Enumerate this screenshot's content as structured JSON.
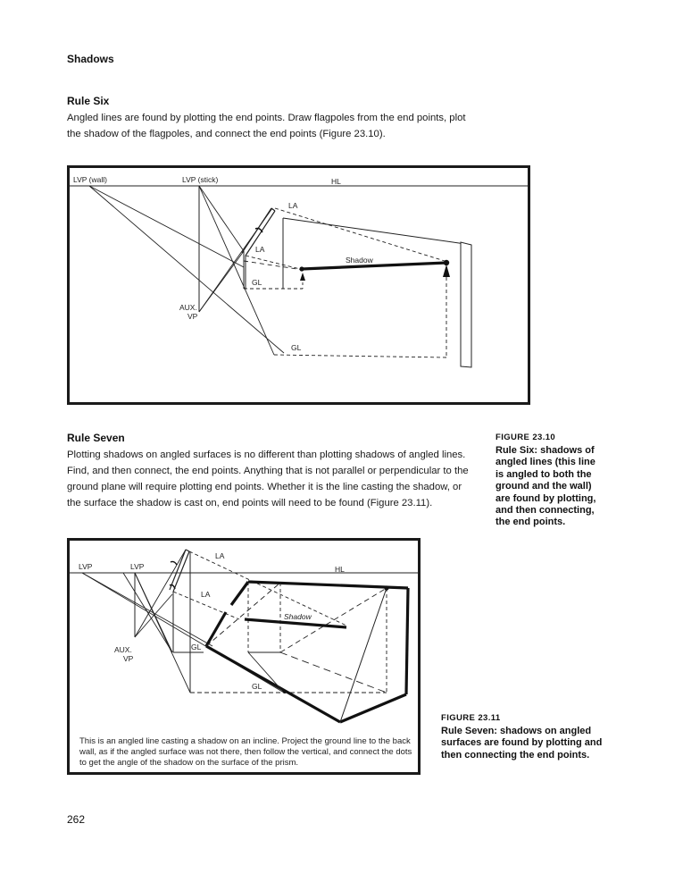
{
  "page": {
    "running_head": "Shadows",
    "page_number": "262"
  },
  "rule_six": {
    "title": "Rule Six",
    "lines": [
      "Angled lines are found by plotting the end points. Draw flagpoles from the end points, plot",
      "the shadow of the flagpoles, and connect the end points (Figure 23.10)."
    ]
  },
  "rule_seven": {
    "title": "Rule Seven",
    "lines": [
      "Plotting shadows on angled surfaces is no different than plotting shadows of angled lines.",
      "Find, and then connect, the end points. Anything that is not parallel or perpendicular to the",
      "ground plane will require plotting end points. Whether it is the line casting the shadow, or",
      "the surface the shadow is cast on, end points will need to be found (Figure 23.11)."
    ]
  },
  "figure_23_10": {
    "label": "FIGURE 23.10",
    "caption_lines": [
      "Rule Six: shadows of",
      "angled lines (this line",
      "is angled to both the",
      "ground and the wall)",
      "are found by plotting,",
      "and then connecting,",
      "the end points."
    ],
    "diagram_labels": {
      "lvp_wall": "LVP (wall)",
      "lvp_stick": "LVP (stick)",
      "hl": "HL",
      "la_top": "LA",
      "la_mid": "LA",
      "shadow": "Shadow",
      "gl_small": "GL",
      "gl_bottom": "GL",
      "aux": "AUX.",
      "vp": "VP"
    }
  },
  "figure_23_11": {
    "label": "FIGURE 23.11",
    "caption_lines": [
      "Rule Seven: shadows on angled",
      "surfaces are found by plotting and",
      "then connecting the end points."
    ],
    "diagram_labels": {
      "lvp_left": "LVP",
      "lvp_right": "LVP",
      "hl": "HL",
      "la_top": "LA",
      "la_mid": "LA",
      "shadow": "Shadow",
      "gl_small": "GL",
      "gl_bottom": "GL",
      "aux": "AUX.",
      "vp": "VP"
    },
    "note_lines": [
      "This is an angled line casting a shadow on an incline. Project the ground line to the back",
      "wall, as if the angled surface was not there, then follow the vertical, and connect the dots",
      "to get the angle of the shadow on the surface of the prism."
    ]
  }
}
